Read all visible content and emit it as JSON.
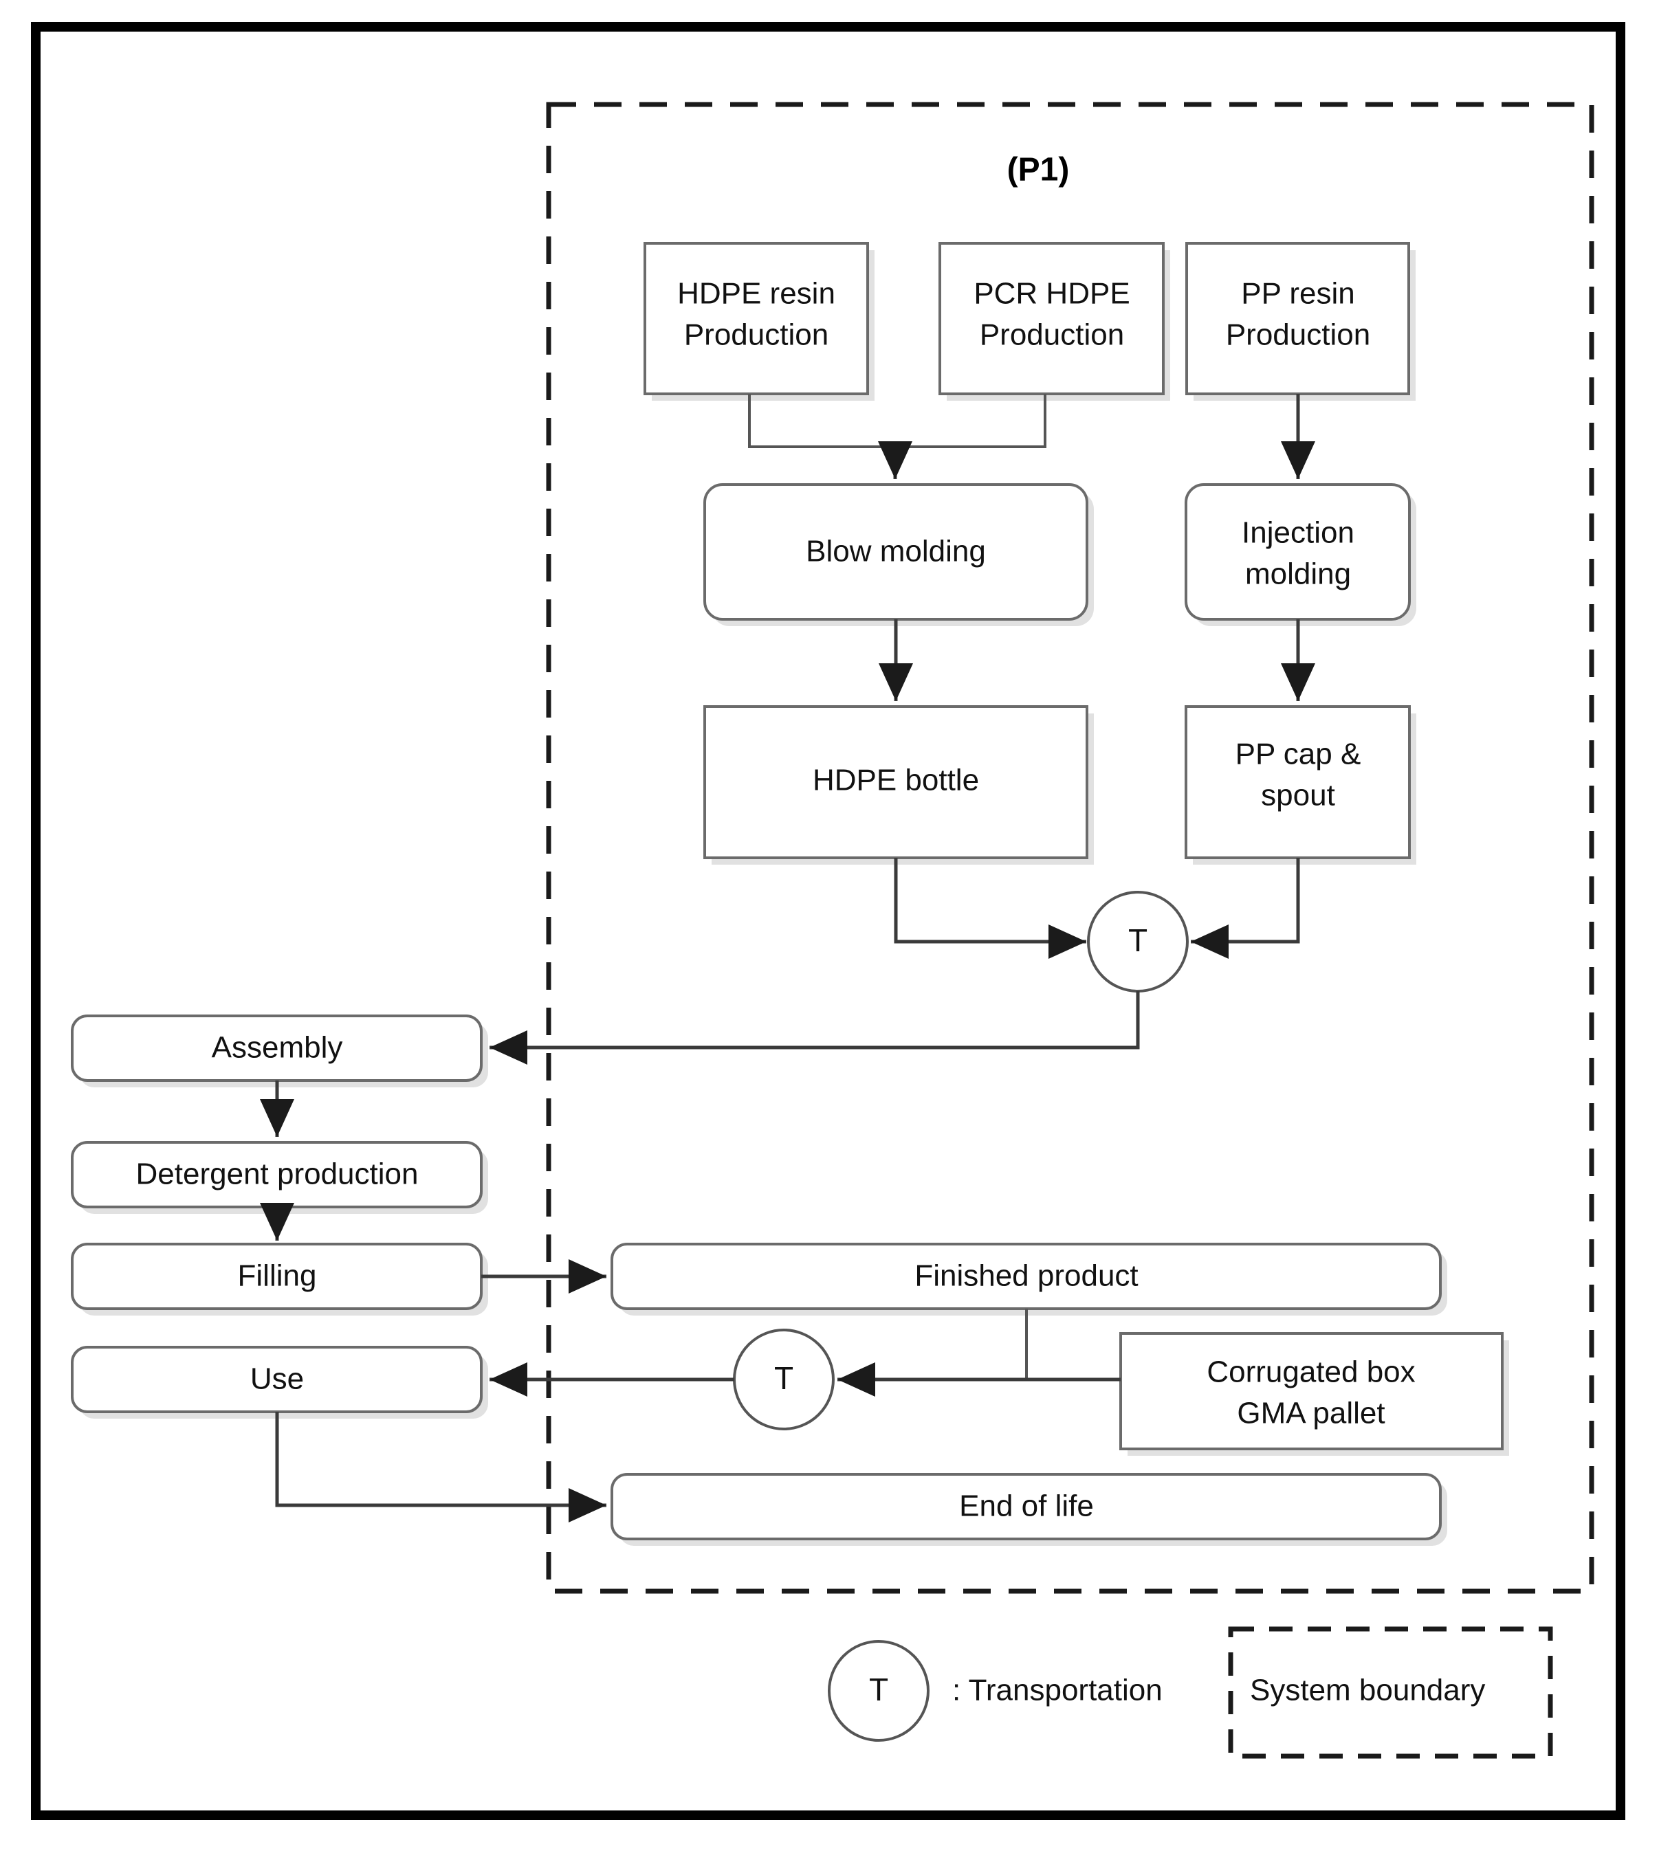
{
  "diagram": {
    "title_label": "(P1)",
    "boundary_name": "system-boundary",
    "nodes": {
      "hdpe_resin": "HDPE resin\nProduction",
      "hdpe_resin_line1": "HDPE resin",
      "hdpe_resin_line2": "Production",
      "pcr_hdpe_line1": "PCR HDPE",
      "pcr_hdpe_line2": "Production",
      "pp_resin_line1": "PP resin",
      "pp_resin_line2": "Production",
      "blow_molding": "Blow molding",
      "injection_molding_line1": "Injection",
      "injection_molding_line2": "molding",
      "hdpe_bottle": "HDPE bottle",
      "pp_cap_line1": "PP cap &",
      "pp_cap_line2": "spout",
      "assembly": "Assembly",
      "detergent_production": "Detergent production",
      "filling": "Filling",
      "use": "Use",
      "finished_product": "Finished product",
      "corrugated_line1": "Corrugated box",
      "corrugated_line2": "GMA pallet",
      "end_of_life": "End of life"
    },
    "transport_marker": "T",
    "legend": {
      "transport_symbol": "T",
      "transport_text": ": Transportation",
      "boundary_text": "System boundary"
    },
    "colors": {
      "frame": "#000000",
      "box_stroke": "#6b6b6b",
      "line": "#3a3a3a",
      "dashed": "#1a1a1a",
      "background": "#ffffff"
    }
  }
}
